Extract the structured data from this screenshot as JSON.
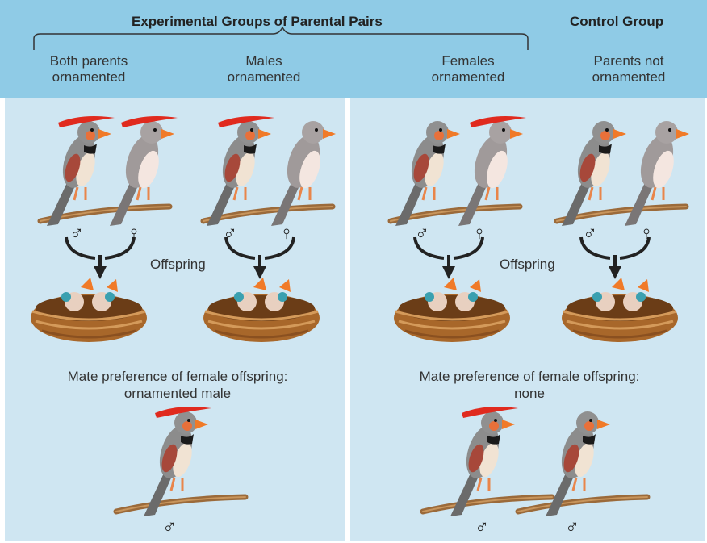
{
  "header": {
    "experimental_title": "Experimental Groups of Parental Pairs",
    "control_title": "Control Group",
    "groups": [
      {
        "line1": "Both parents",
        "line2": "ornamented"
      },
      {
        "line1": "Males",
        "line2": "ornamented"
      },
      {
        "line1": "Females",
        "line2": "ornamented"
      },
      {
        "line1": "Parents not",
        "line2": "ornamented"
      }
    ]
  },
  "labels": {
    "offspring": "Offspring",
    "male_symbol": "♂",
    "female_symbol": "♀"
  },
  "left_result": {
    "line1": "Mate preference of female offspring:",
    "line2": "ornamented male"
  },
  "right_result": {
    "line1": "Mate preference of female offspring:",
    "line2": "none"
  },
  "colors": {
    "header_bg": "#8fcbe6",
    "panel_bg": "#cfe6f2",
    "ornament_red": "#e02a1e",
    "beak_orange": "#f07a28",
    "branch_brown": "#9b6a3a",
    "nest_brown": "#a8672a"
  }
}
